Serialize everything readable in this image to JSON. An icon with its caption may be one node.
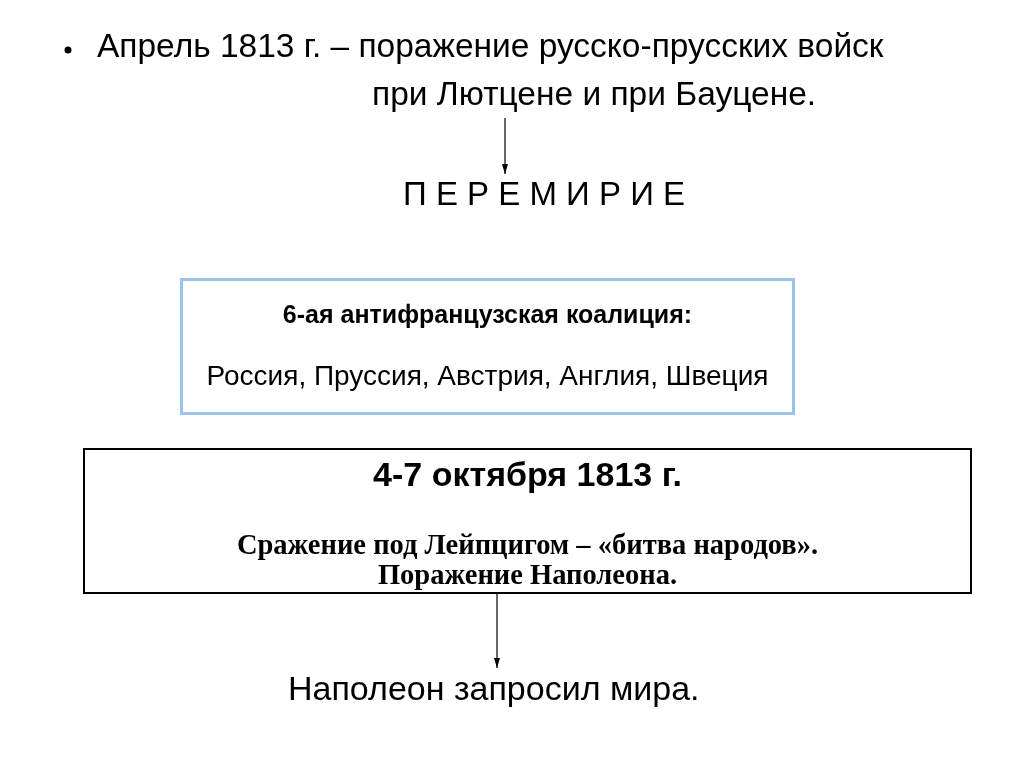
{
  "diagram": {
    "nodes": [
      {
        "text": [
          "Апрель 1813 г. – поражение русско-прусских войск при Лютцене и при Бауцене."
        ]
      },
      {
        "text": [
          "П Е Р Е М И Р И Е"
        ]
      },
      {
        "text": [
          "6-ая антифранцузская коалиция:",
          "Россия, Пруссия, Австрия, Англия, Швеция"
        ]
      },
      {
        "text": [
          "4-7 октября 1813 г.",
          "Сражение под Лейпцигом – «битва народов». Поражение Наполеона."
        ]
      },
      {
        "text": [
          "Наполеон запросил мира."
        ]
      }
    ],
    "edges": [
      {
        "from": 0,
        "to": 1,
        "arrow": "to"
      },
      {
        "from": 3,
        "to": 4,
        "arrow": "to"
      }
    ]
  }
}
